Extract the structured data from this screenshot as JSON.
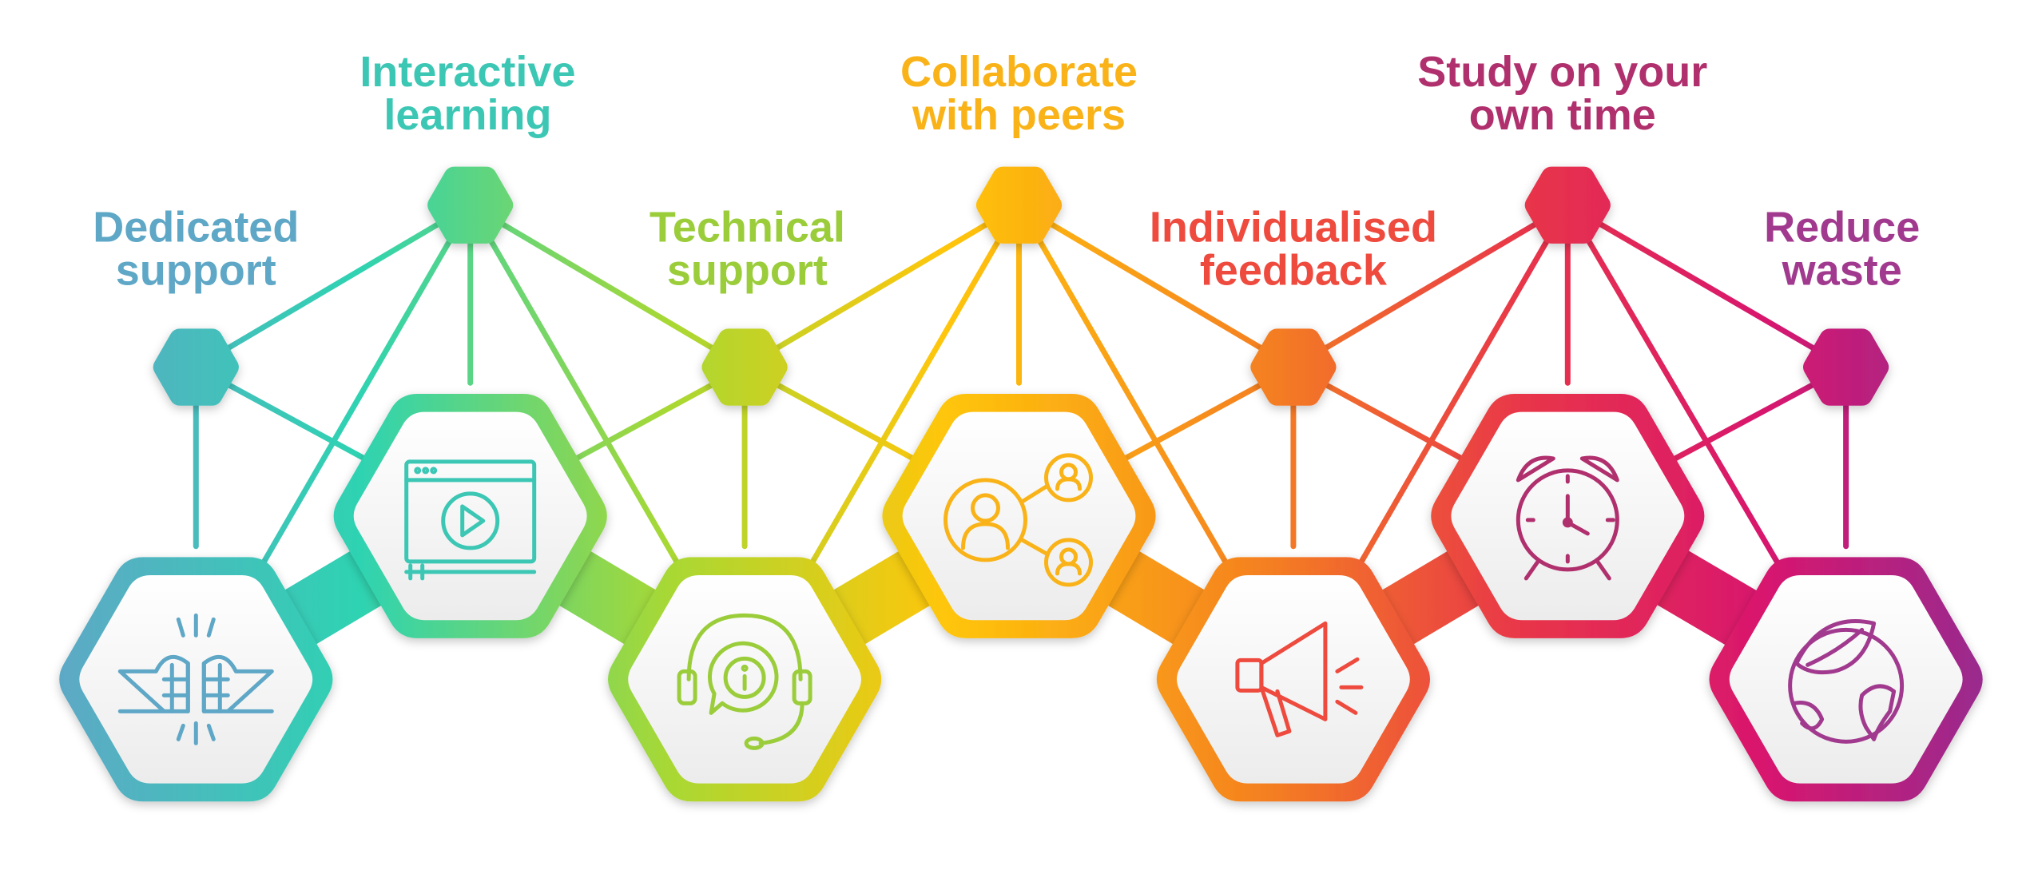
{
  "benefits": [
    {
      "lines": [
        "Dedicated",
        "support"
      ],
      "color": "#5FA7C6",
      "icon": "fist-bump-icon"
    },
    {
      "lines": [
        "Interactive",
        "learning"
      ],
      "color": "#3CC7B5",
      "icon": "video-player-icon"
    },
    {
      "lines": [
        "Technical",
        "support"
      ],
      "color": "#9BCD3B",
      "icon": "headset-info-icon"
    },
    {
      "lines": [
        "Collaborate",
        "with peers"
      ],
      "color": "#F9B318",
      "icon": "people-network-icon"
    },
    {
      "lines": [
        "Individualised",
        "feedback"
      ],
      "color": "#EE4A3E",
      "icon": "megaphone-icon"
    },
    {
      "lines": [
        "Study on your",
        "own time"
      ],
      "color": "#B0306E",
      "icon": "alarm-clock-icon"
    },
    {
      "lines": [
        "Reduce",
        "waste"
      ],
      "color": "#A13A8E",
      "icon": "earth-leaf-icon"
    }
  ],
  "palette": {
    "teal_blue": "#5FA7C6",
    "teal": "#2ECFB0",
    "green": "#A5D336",
    "yellow": "#FFC20E",
    "orange": "#F58220",
    "red": "#E8344A",
    "magenta": "#D81870",
    "purple": "#9B2A8E"
  }
}
